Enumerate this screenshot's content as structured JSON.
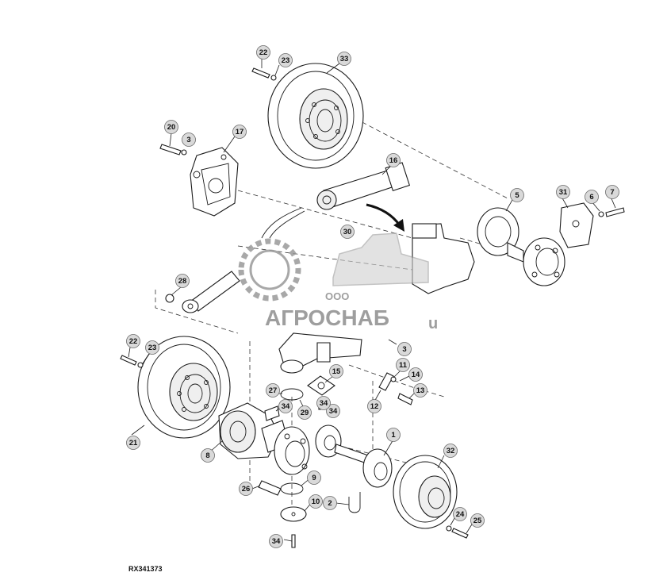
{
  "figure": {
    "reference_code": "RX341373"
  },
  "watermark": {
    "company_prefix": "ООО",
    "company_name": "АГРОСНАБ",
    "suffix": "u"
  },
  "callouts": [
    {
      "id": "c1",
      "label": "1"
    },
    {
      "id": "c2",
      "label": "2"
    },
    {
      "id": "c3a",
      "label": "3"
    },
    {
      "id": "c3b",
      "label": "3"
    },
    {
      "id": "c5",
      "label": "5"
    },
    {
      "id": "c6",
      "label": "6"
    },
    {
      "id": "c7",
      "label": "7"
    },
    {
      "id": "c8",
      "label": "8"
    },
    {
      "id": "c9",
      "label": "9"
    },
    {
      "id": "c10",
      "label": "10"
    },
    {
      "id": "c11",
      "label": "11"
    },
    {
      "id": "c12",
      "label": "12"
    },
    {
      "id": "c13",
      "label": "13"
    },
    {
      "id": "c14",
      "label": "14"
    },
    {
      "id": "c15",
      "label": "15"
    },
    {
      "id": "c16",
      "label": "16"
    },
    {
      "id": "c17",
      "label": "17"
    },
    {
      "id": "c20",
      "label": "20"
    },
    {
      "id": "c21",
      "label": "21"
    },
    {
      "id": "c22a",
      "label": "22"
    },
    {
      "id": "c22b",
      "label": "22"
    },
    {
      "id": "c23a",
      "label": "23"
    },
    {
      "id": "c23b",
      "label": "23"
    },
    {
      "id": "c24",
      "label": "24"
    },
    {
      "id": "c25",
      "label": "25"
    },
    {
      "id": "c26",
      "label": "26"
    },
    {
      "id": "c27",
      "label": "27"
    },
    {
      "id": "c28",
      "label": "28"
    },
    {
      "id": "c29",
      "label": "29"
    },
    {
      "id": "c30",
      "label": "30"
    },
    {
      "id": "c31",
      "label": "31"
    },
    {
      "id": "c32",
      "label": "32"
    },
    {
      "id": "c33",
      "label": "33"
    },
    {
      "id": "c34a",
      "label": "34"
    },
    {
      "id": "c34b",
      "label": "34"
    },
    {
      "id": "c34c",
      "label": "34"
    },
    {
      "id": "c34d",
      "label": "34"
    }
  ],
  "colors": {
    "callout_fill": "#d9d9d9",
    "line": "#1a1a1a",
    "watermark": "#8e8e8e"
  }
}
